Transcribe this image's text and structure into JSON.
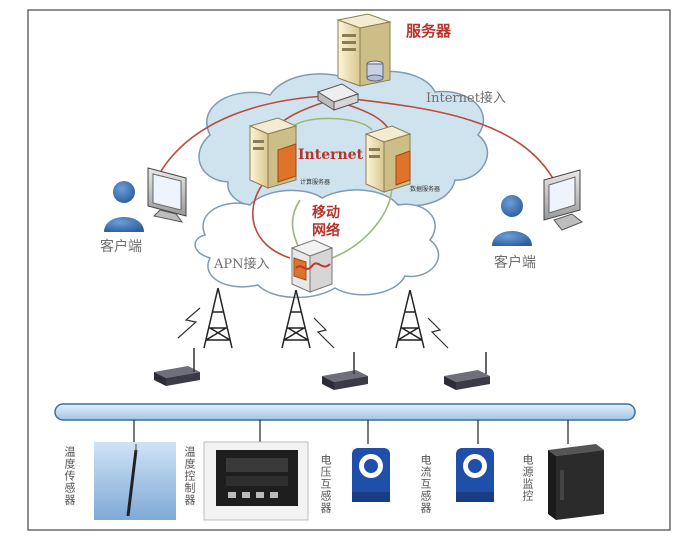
{
  "labels": {
    "server": "服务器",
    "internet_access": "Internet接入",
    "internet": "Internet",
    "compute_server": "计算服务器",
    "data_server": "数据服务器",
    "mobile_network": "移动\n网络",
    "apn_access": "APN接入",
    "client_left": "客户端",
    "client_right": "客户端",
    "temp_sensor": "温度传感器",
    "temp_controller": "温度控制器",
    "voltage_transformer": "电压互感器",
    "current_transformer": "电流互感器",
    "power_monitor": "电源监控"
  },
  "colors": {
    "cloud_fill": "#cfe3ee",
    "cloud_stroke": "#7d9bb3",
    "link_red": "#b94a3e",
    "link_green": "#9ab87a",
    "bus_fill": "#bcd8ef",
    "bus_stroke": "#3b6f9d",
    "text_red": "#b8332a",
    "text_gray": "#6e6e6e"
  }
}
